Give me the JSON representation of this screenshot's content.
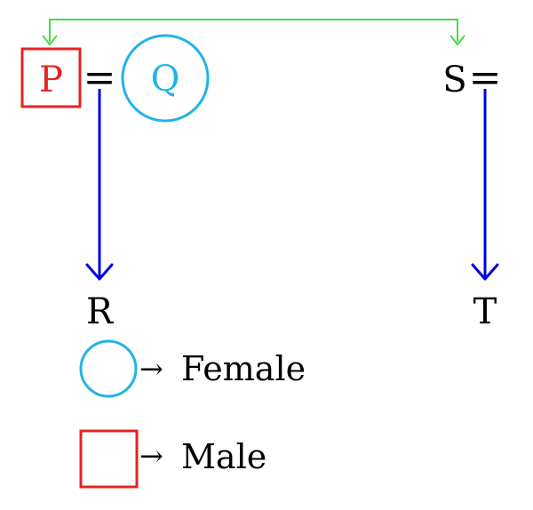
{
  "nodes": {
    "P": {
      "label": "P",
      "gender": "male"
    },
    "Q": {
      "label": "Q",
      "gender": "female"
    },
    "S": {
      "label": "S"
    },
    "R": {
      "label": "R"
    },
    "T": {
      "label": "T"
    }
  },
  "connectors": {
    "marriage_symbol": "="
  },
  "legend": {
    "female": {
      "arrow": "→",
      "label": "Female"
    },
    "male": {
      "arrow": "→",
      "label": "Male"
    }
  },
  "colors": {
    "male": "#e52421",
    "female": "#22b3e6",
    "descent_arrow": "#0000e0",
    "sibling_link": "#3ee03e",
    "text": "#000000"
  }
}
